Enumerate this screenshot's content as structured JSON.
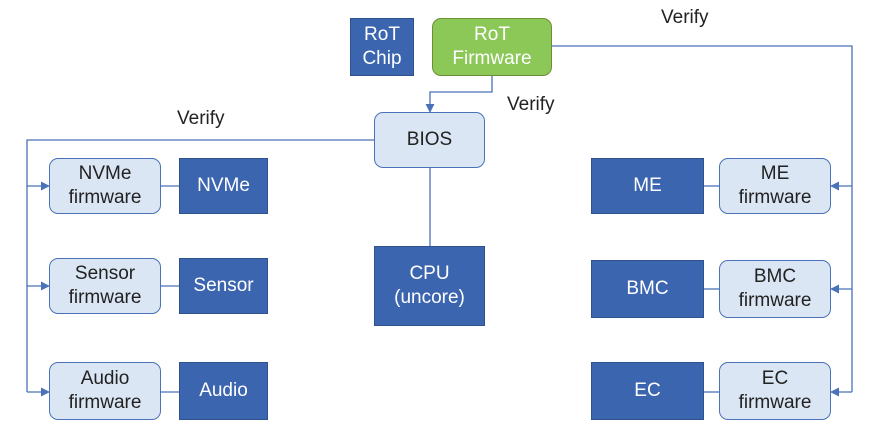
{
  "diagram": {
    "rot_chip": "RoT\nChip",
    "rot_firmware": "RoT\nFirmware",
    "bios": "BIOS",
    "cpu": "CPU\n(uncore)",
    "verify_labels": {
      "top_right": "Verify",
      "middle": "Verify",
      "left": "Verify"
    },
    "left_column": [
      {
        "firmware": "NVMe\nfirmware",
        "device": "NVMe"
      },
      {
        "firmware": "Sensor\nfirmware",
        "device": "Sensor"
      },
      {
        "firmware": "Audio\nfirmware",
        "device": "Audio"
      }
    ],
    "right_column": [
      {
        "device": "ME",
        "firmware": "ME\nfirmware"
      },
      {
        "device": "BMC",
        "firmware": "BMC\nfirmware"
      },
      {
        "device": "EC",
        "firmware": "EC\nfirmware"
      }
    ],
    "colors": {
      "device_fill": "#3c65b0",
      "firmware_fill": "#dbe6f4",
      "rot_firmware_fill": "#8cc858",
      "connector": "#4a72b8"
    }
  }
}
